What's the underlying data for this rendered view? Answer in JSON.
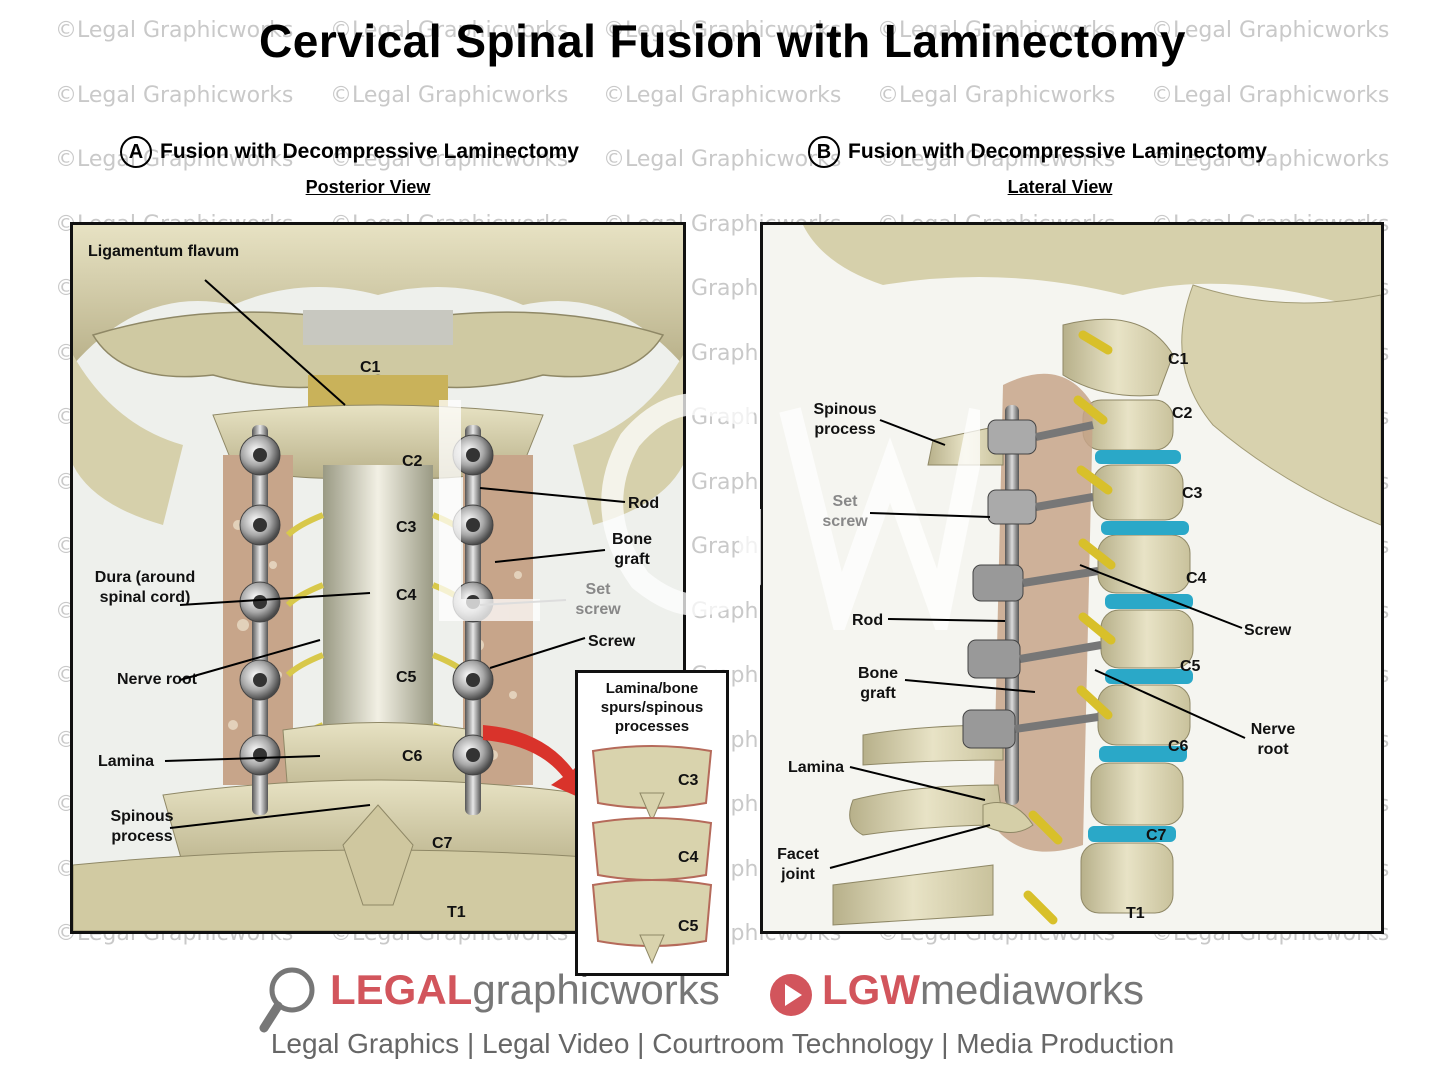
{
  "title": "Cervical Spinal Fusion with Laminectomy",
  "watermark": "©Legal Graphicworks",
  "panel_a": {
    "badge": "A",
    "heading": "Fusion with Decompressive Laminectomy",
    "view": "Posterior View",
    "labels": {
      "ligamentum": "Ligamentum flavum",
      "dura": "Dura (around spinal cord)",
      "nerve_root": "Nerve root",
      "lamina": "Lamina",
      "spinous": "Spinous process",
      "rod": "Rod",
      "bone_graft": "Bone graft",
      "set_screw": "Set screw",
      "screw": "Screw"
    },
    "levels": [
      "C1",
      "C2",
      "C3",
      "C4",
      "C5",
      "C6",
      "C7",
      "T1"
    ],
    "inset": {
      "title": "Lamina/bone spurs/spinous processes",
      "levels": [
        "C3",
        "C4",
        "C5"
      ]
    }
  },
  "panel_b": {
    "badge": "B",
    "heading": "Fusion with Decompressive Laminectomy",
    "view": "Lateral View",
    "labels": {
      "spinous": "Spinous process",
      "set_screw": "Set screw",
      "rod": "Rod",
      "bone_graft": "Bone graft",
      "lamina": "Lamina",
      "facet": "Facet joint",
      "screw": "Screw",
      "nerve_root": "Nerve root"
    },
    "levels": [
      "C1",
      "C2",
      "C3",
      "C4",
      "C5",
      "C6",
      "C7",
      "T1"
    ]
  },
  "footer": {
    "brand1_red": "LEGAL",
    "brand1_grey": "graphicworks",
    "brand2_red": "LGW",
    "brand2_grey": "mediaworks",
    "tagline": "Legal Graphics | Legal Video | Courtroom Technology | Media Production"
  },
  "colors": {
    "bone": "#d8d2ac",
    "metal": "#9a9a9a",
    "disc": "#2aa8c8",
    "nerve": "#d8c02a",
    "brand_red": "#d2555c"
  }
}
